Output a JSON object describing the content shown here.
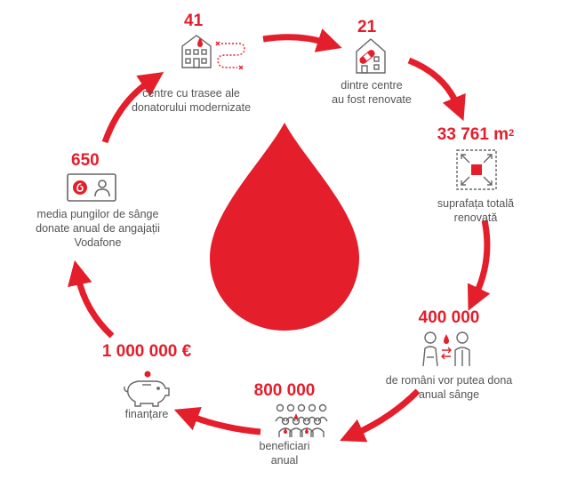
{
  "colors": {
    "accent": "#e41e2b",
    "text": "#555555",
    "icon": "#666666"
  },
  "center": {
    "icon": "blood-drop-icon"
  },
  "nodes": [
    {
      "id": "centers-modernized",
      "value": "41",
      "label": "centre cu trasee ale\ndonatorului modernizate",
      "icon": "building-route-icon"
    },
    {
      "id": "centers-renovated",
      "value": "21",
      "label": "dintre centre\nau fost renovate",
      "icon": "building-bandage-icon"
    },
    {
      "id": "area-renovated",
      "value": "33 761 m",
      "value_sup": "2",
      "label": "suprafața totală\nrenovată",
      "icon": "area-expand-icon"
    },
    {
      "id": "donors-possible",
      "value": "400 000",
      "label": "de români vor putea dona\nanual sânge",
      "icon": "donor-exchange-icon"
    },
    {
      "id": "beneficiaries",
      "value": "800 000",
      "label": "beneficiari\nanual",
      "icon": "crowd-icon"
    },
    {
      "id": "financing",
      "value": "1 000 000 €",
      "label": "finanțare",
      "icon": "piggy-bank-icon"
    },
    {
      "id": "blood-bags",
      "value": "650",
      "label": "media pungilor de sânge\ndonate anual de angajații\nVodafone",
      "icon": "vodafone-id-card-icon"
    }
  ]
}
